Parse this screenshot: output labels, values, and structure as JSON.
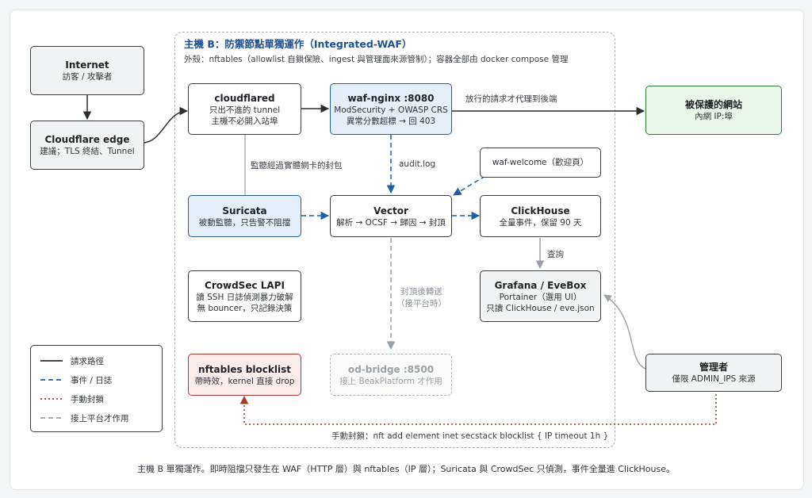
{
  "host": {
    "title": "主機 B：防禦節點單獨運作（Integrated-WAF）",
    "subtitle": "外殼：nftables（allowlist 自鎖保險、ingest 與管理面來源管制）；容器全部由 docker compose 管理"
  },
  "nodes": {
    "internet": {
      "title": "Internet",
      "lines": [
        "訪客 / 攻擊者"
      ]
    },
    "cf_edge": {
      "title": "Cloudflare edge",
      "lines": [
        "建議；TLS 終結、Tunnel"
      ]
    },
    "cloudflared": {
      "title": "cloudflared",
      "lines": [
        "只出不進的 tunnel",
        "主機不必開入站埠"
      ]
    },
    "waf": {
      "title": "waf-nginx :8080",
      "lines": [
        "ModSecurity + OWASP CRS",
        "異常分數超標 → 回 403"
      ]
    },
    "protected": {
      "title": "被保護的網站",
      "lines": [
        "內網 IP:埠"
      ]
    },
    "welcome": {
      "title": "waf-welcome（歡迎頁）"
    },
    "suricata": {
      "title": "Suricata",
      "lines": [
        "被動監聽，只告警不阻擋"
      ]
    },
    "vector": {
      "title": "Vector",
      "lines": [
        "解析 → OCSF → 歸因 → 封頂"
      ]
    },
    "clickhouse": {
      "title": "ClickHouse",
      "lines": [
        "全量事件，保留 90 天"
      ]
    },
    "crowdsec": {
      "title": "CrowdSec LAPI",
      "lines": [
        "讀 SSH 日誌偵測暴力破解",
        "無 bouncer，只記錄決策"
      ]
    },
    "grafana": {
      "title": "Grafana / EveBox",
      "lines": [
        "Portainer（選用 UI）",
        "只讀 ClickHouse / eve.json"
      ]
    },
    "nftables": {
      "title": "nftables blocklist",
      "lines": [
        "帶時效，kernel 直接 drop"
      ]
    },
    "odbridge": {
      "title": "od-bridge :8500",
      "lines": [
        "接上 BeakPlatform 才作用"
      ]
    },
    "admin": {
      "title": "管理者",
      "lines": [
        "僅限 ADMIN_IPS 來源"
      ]
    }
  },
  "edge_labels": {
    "proxy": "放行的請求才代理到後端",
    "mirror": "監聽經過實體網卡的封包",
    "audit": "audit.log",
    "query": "查詢",
    "forward": [
      "封頂後轉送",
      "（接平台時）"
    ],
    "manual_block": "手動封鎖：nft add element inet secstack blocklist { IP timeout 1h }"
  },
  "legend": [
    {
      "style": "solid",
      "label": "請求路徑",
      "color": "#2b2e33"
    },
    {
      "style": "dashed",
      "label": "事件 / 日誌",
      "color": "#1f5fa8"
    },
    {
      "style": "dotted",
      "label": "手動封鎖",
      "color": "#a33a2a"
    },
    {
      "style": "dashed",
      "label": "接上平台才作用",
      "color": "#9aa0a7"
    }
  ],
  "caption": "主機 B 單獨運作。即時阻擋只發生在 WAF（HTTP 層）與 nftables（IP 層）；Suricata 與 CrowdSec 只偵測，事件全量進 ClickHouse。",
  "colors": {
    "request": "#2b2e33",
    "event": "#1f5fa8",
    "manual": "#a33a2a",
    "platform": "#9aa0a7",
    "host_title": "#1d4f91"
  }
}
